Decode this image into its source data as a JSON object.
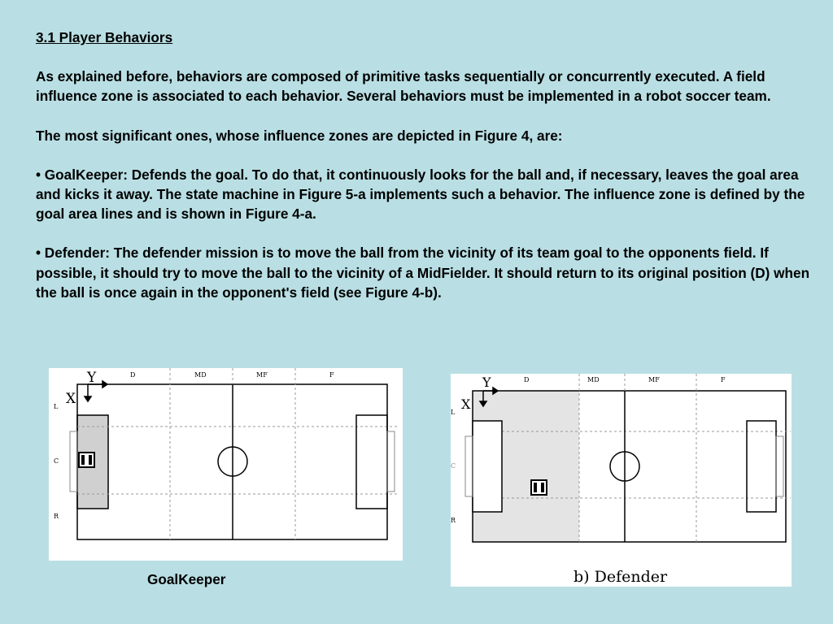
{
  "section": {
    "heading": "3.1 Player Behaviors",
    "paragraphs": [
      "As explained before, behaviors are composed of primitive tasks sequentially or concurrently executed. A field  influence zone is associated to each behavior. Several behaviors must be implemented in a robot soccer team.",
      "The most significant ones, whose influence zones are depicted in Figure 4, are:",
      "• GoalKeeper: Defends the goal. To do that, it continuously looks for the ball and, if necessary, leaves the goal area and kicks it away. The state machine in Figure 5-a implements such a behavior. The influence zone is defined by the goal area lines and is shown in Figure 4-a.",
      "• Defender: The defender mission is to move the ball from the vicinity of its team goal to the opponents field. If possible, it should try to move the ball to the vicinity of a MidFielder. It should return to its original position (D) when the ball is once again in the opponent's field (see Figure 4-b)."
    ]
  },
  "figures": {
    "goalkeeper": {
      "caption": "GoalKeeper",
      "axis_y": "Y",
      "axis_x": "X",
      "columns": [
        "D",
        "MD",
        "MF",
        "F"
      ],
      "rows": [
        "L",
        "C",
        "R"
      ]
    },
    "defender": {
      "caption": "b) Defender",
      "axis_y": "Y",
      "axis_x": "X",
      "columns": [
        "D",
        "MD",
        "MF",
        "F"
      ],
      "rows": [
        "L",
        "C",
        "R"
      ]
    }
  },
  "colors": {
    "background": "#b9dfe4",
    "zone_goalkeeper": "#d0d0d0",
    "zone_defender": "#e4e4e4"
  }
}
